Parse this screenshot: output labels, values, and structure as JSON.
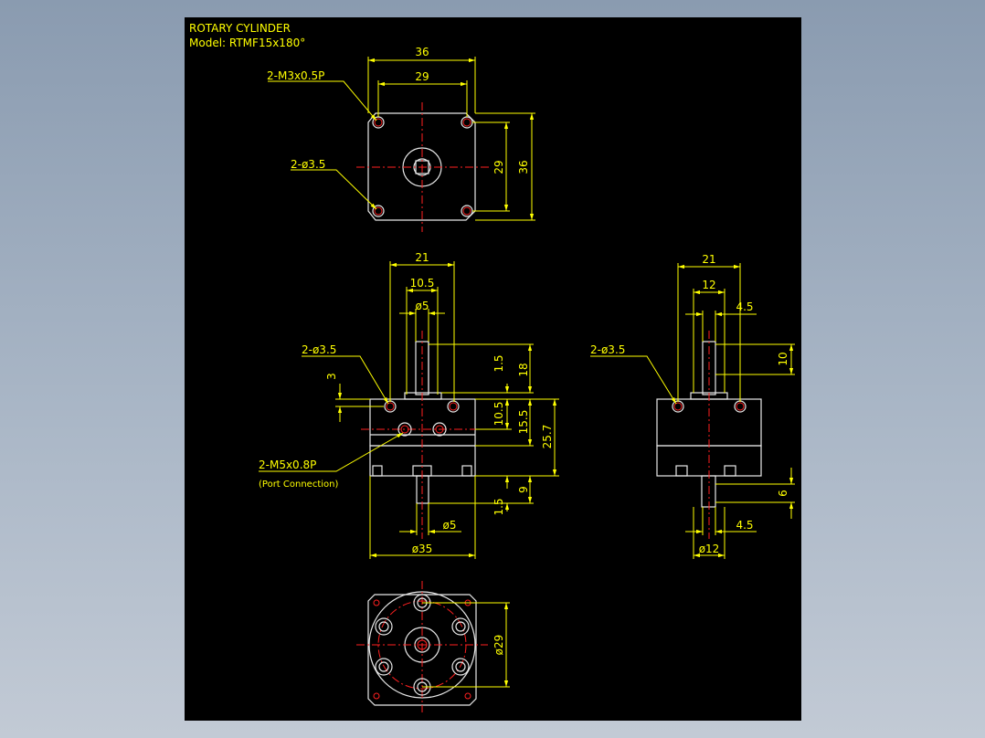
{
  "title_block": {
    "line1": "ROTARY CYLINDER",
    "line2": "Model: RTMF15x180°"
  },
  "top_view": {
    "dim_outer_width": "36",
    "dim_hole_pitch_x": "29",
    "dim_hole_pitch_y": "29",
    "dim_outer_height": "36",
    "callout_thread": "2-M3x0.5P",
    "callout_hole": "2-ø3.5"
  },
  "front_view": {
    "dim_body_width": "21",
    "dim_half_width": "10.5",
    "dim_shaft_top": "ø5",
    "dim_shaft_step": "1.5",
    "dim_shaft_len": "18",
    "dim_hole_offset": "3",
    "dim_port_height": "10.5",
    "dim_body_upper": "15.5",
    "dim_body_total": "25.7",
    "dim_lower_shaft": "9",
    "dim_lower_step": "1.5",
    "dim_shaft_bottom": "ø5",
    "dim_flange": "ø35",
    "callout_hole": "2-ø3.5",
    "callout_port": "2-M5x0.8P",
    "callout_port_note": "(Port Connection)"
  },
  "side_view": {
    "dim_width": "21",
    "dim_center": "12",
    "dim_shaft_top": "4.5",
    "dim_shaft_len": "10",
    "dim_lower_len": "6",
    "dim_shaft_bottom": "4.5",
    "dim_boss": "ø12",
    "callout_hole": "2-ø3.5"
  },
  "bottom_view": {
    "dim_pcd": "ø29"
  },
  "colors": {
    "background": "#000000",
    "dimension": "#ffff00",
    "outline": "#e8e8e8",
    "centerline": "#ff2020"
  }
}
